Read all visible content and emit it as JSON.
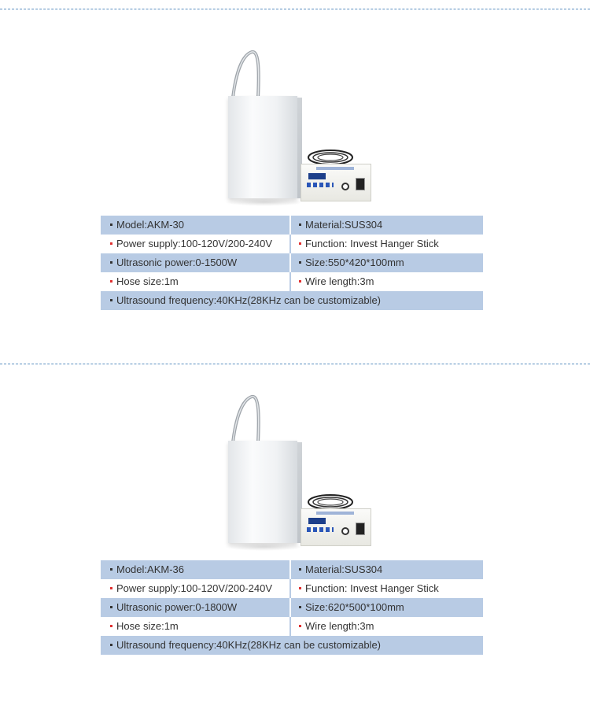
{
  "colors": {
    "table_blue": "#b8cbe4",
    "bullet_red": "#e03030",
    "divider": "#5a8fc0"
  },
  "products": [
    {
      "rows": [
        {
          "left": "Model:AKM-30",
          "right": "Material:SUS304"
        },
        {
          "left": "Power supply:100-120V/200-240V",
          "right": "Function: Invest Hanger Stick"
        },
        {
          "left": "Ultrasonic power:0-1500W",
          "right": "Size:550*420*100mm"
        },
        {
          "left": "Hose size:1m",
          "right": "Wire length:3m"
        }
      ],
      "full": "Ultrasound frequency:40KHz(28KHz can be customizable)"
    },
    {
      "rows": [
        {
          "left": "Model:AKM-36",
          "right": "Material:SUS304"
        },
        {
          "left": "Power supply:100-120V/200-240V",
          "right": "Function: Invest Hanger Stick"
        },
        {
          "left": "Ultrasonic power:0-1800W",
          "right": "Size:620*500*100mm"
        },
        {
          "left": "Hose size:1m",
          "right": "Wire length:3m"
        }
      ],
      "full": "Ultrasound frequency:40KHz(28KHz can be customizable)"
    }
  ]
}
